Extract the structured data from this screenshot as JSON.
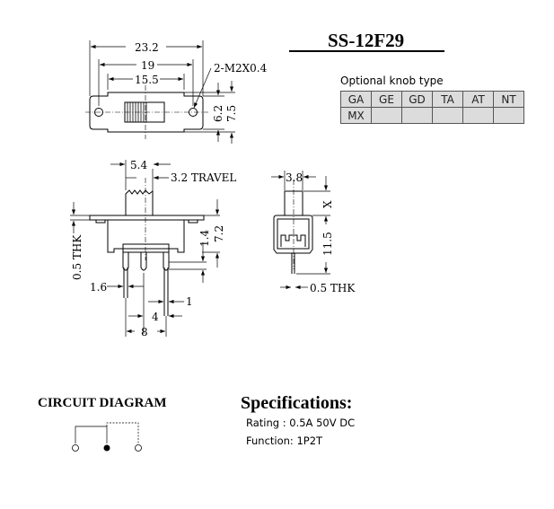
{
  "title": "SS-12F29",
  "top_view": {
    "width_overall": "23.2",
    "hole_pitch": "19",
    "body_width": "15.5",
    "screw": "2-M2X0.4",
    "height_inner": "6.2",
    "height_outer": "7.5"
  },
  "side_view": {
    "actuator_width": "5.4",
    "travel": "3.2 TRAVEL",
    "thickness": "0.5 THK",
    "dim_1_4": "1.4",
    "dim_7_2": "7.2",
    "pin_width": "1.6",
    "pin_thk": "1",
    "pin_pitch": "4",
    "pin_span": "8"
  },
  "end_view": {
    "actuator_width": "3.8",
    "actuator_height": "X",
    "body_height": "11.5",
    "thickness": "0.5 THK"
  },
  "knob": {
    "label": "Optional knob type",
    "rows": [
      [
        "GA",
        "GE",
        "GD",
        "TA",
        "AT",
        "NT"
      ],
      [
        "MX",
        "",
        "",
        "",
        "",
        ""
      ]
    ]
  },
  "circuit": {
    "title": "CIRCUIT DIAGRAM"
  },
  "specs": {
    "title": "Specifications:",
    "rating": "Rating : 0.5A 50V DC",
    "function": "Function: 1P2T"
  }
}
